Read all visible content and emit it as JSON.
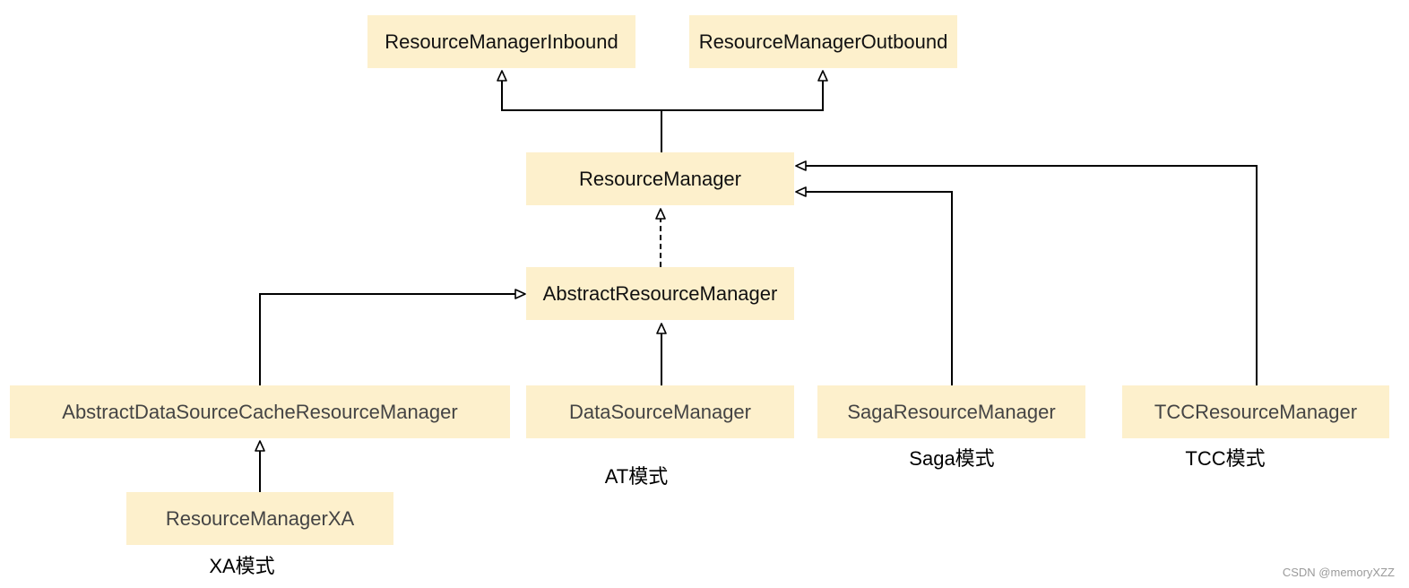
{
  "colors": {
    "node_fill": "#fdf0cc",
    "line": "#000000",
    "text_dark": "#111111",
    "text_muted": "#444444"
  },
  "nodes": {
    "rm_inbound": "ResourceManagerInbound",
    "rm_outbound": "ResourceManagerOutbound",
    "resource_manager": "ResourceManager",
    "abstract_rm": "AbstractResourceManager",
    "abstract_ds_cache_rm": "AbstractDataSourceCacheResourceManager",
    "datasource_manager": "DataSourceManager",
    "saga_rm": "SagaResourceManager",
    "tcc_rm": "TCCResourceManager",
    "rm_xa": "ResourceManagerXA"
  },
  "captions": {
    "at_mode": "AT模式",
    "saga_mode": "Saga模式",
    "tcc_mode": "TCC模式",
    "xa_mode": "XA模式"
  },
  "edges": [
    {
      "from": "resource_manager",
      "to": "rm_inbound",
      "style": "solid",
      "relation": "extends"
    },
    {
      "from": "resource_manager",
      "to": "rm_outbound",
      "style": "solid",
      "relation": "extends"
    },
    {
      "from": "abstract_rm",
      "to": "resource_manager",
      "style": "dashed",
      "relation": "implements"
    },
    {
      "from": "abstract_ds_cache_rm",
      "to": "abstract_rm",
      "style": "solid",
      "relation": "extends"
    },
    {
      "from": "datasource_manager",
      "to": "abstract_rm",
      "style": "solid",
      "relation": "extends"
    },
    {
      "from": "saga_rm",
      "to": "resource_manager",
      "style": "solid",
      "relation": "implements"
    },
    {
      "from": "tcc_rm",
      "to": "resource_manager",
      "style": "solid",
      "relation": "implements"
    },
    {
      "from": "rm_xa",
      "to": "abstract_ds_cache_rm",
      "style": "solid",
      "relation": "extends"
    }
  ],
  "watermark": "CSDN @memoryXZZ"
}
